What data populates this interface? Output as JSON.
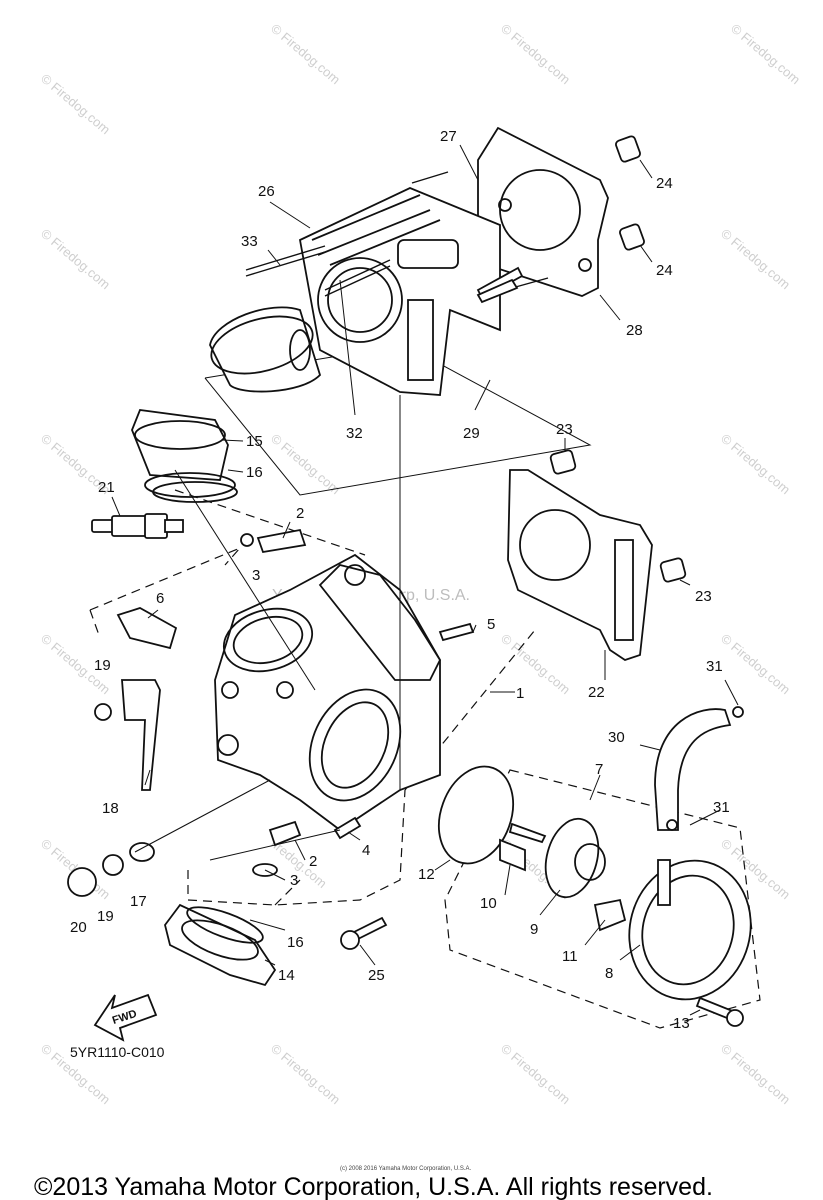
{
  "diagram": {
    "code": "5YR1110-C010",
    "watermark_brand": "Yamaha Motor Corp, U.S.A.",
    "watermark_site": "© Firedog.com",
    "watermark_inline": "firedog.com",
    "fine_print": "(c) 2008 2016 Yamaha Motor Corporation, U.S.A.",
    "copyright": "©2013 Yamaha Motor Corporation, U.S.A. All rights reserved.",
    "fwd_label": "FWD"
  },
  "callouts": [
    "1",
    "2",
    "2",
    "3",
    "3",
    "4",
    "5",
    "6",
    "7",
    "8",
    "9",
    "10",
    "11",
    "12",
    "13",
    "14",
    "15",
    "16",
    "16",
    "17",
    "18",
    "19",
    "19",
    "20",
    "21",
    "22",
    "23",
    "23",
    "24",
    "24",
    "25",
    "26",
    "27",
    "28",
    "29",
    "30",
    "31",
    "31",
    "32",
    "33"
  ]
}
